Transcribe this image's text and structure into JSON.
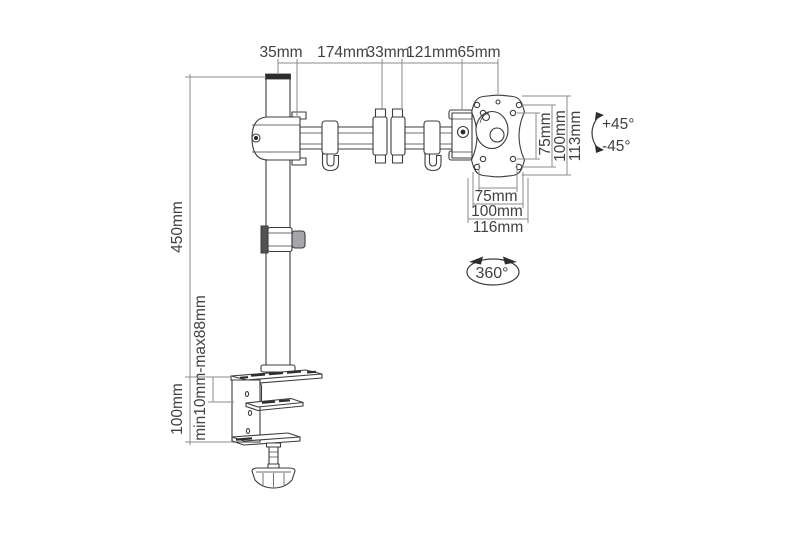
{
  "drawing": {
    "colors": {
      "background": "#ffffff",
      "part_line": "#3b3c3e",
      "dimension_line": "#8a8c8e",
      "text": "#414042",
      "pole_cap": "#2d2d2f",
      "knob_gray": "#a4a6a9",
      "collar_plate": "#515254"
    },
    "dims": {
      "top": [
        "35mm",
        "174mm",
        "33mm",
        "121mm",
        "65mm"
      ],
      "left": {
        "pole_height": "450mm",
        "clamp_height": "100mm",
        "desk_range": "min10mm-max88mm"
      },
      "vesa_side": [
        "75mm",
        "100mm",
        "113mm"
      ],
      "vesa_bottom": [
        "75mm",
        "100mm",
        "116mm"
      ],
      "tilt": {
        "up": "+45°",
        "down": "-45°"
      },
      "rotation": "360°"
    }
  }
}
